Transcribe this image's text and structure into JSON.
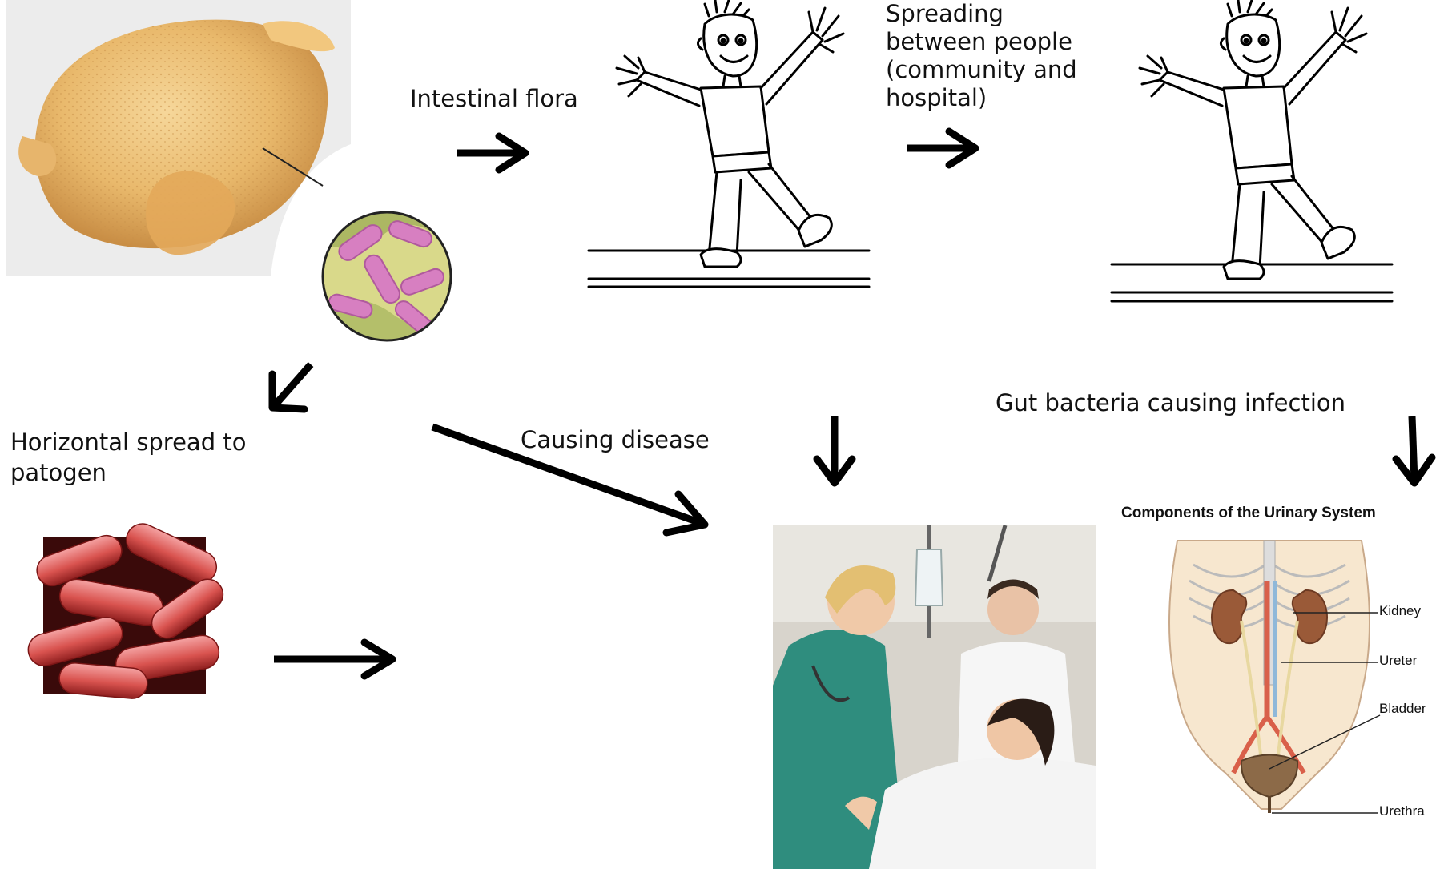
{
  "labels": {
    "intestinal_flora": "Intestinal flora",
    "spreading_people": "Spreading between people (community and hospital)",
    "horizontal_spread": "Horizontal spread to patogen",
    "causing_disease": "Causing disease",
    "gut_bacteria": "Gut bacteria causing infection"
  },
  "urinary": {
    "title": "Components of the Urinary System",
    "kidney": "Kidney",
    "ureter": "Ureter",
    "bladder": "Bladder",
    "urethra": "Urethra"
  },
  "icons": [
    "chicken-image",
    "bacteria-circle-icon",
    "cartoon-person-icon",
    "red-bacteria-image",
    "hospital-scene-image",
    "urinary-system-diagram",
    "arrow-icon"
  ]
}
